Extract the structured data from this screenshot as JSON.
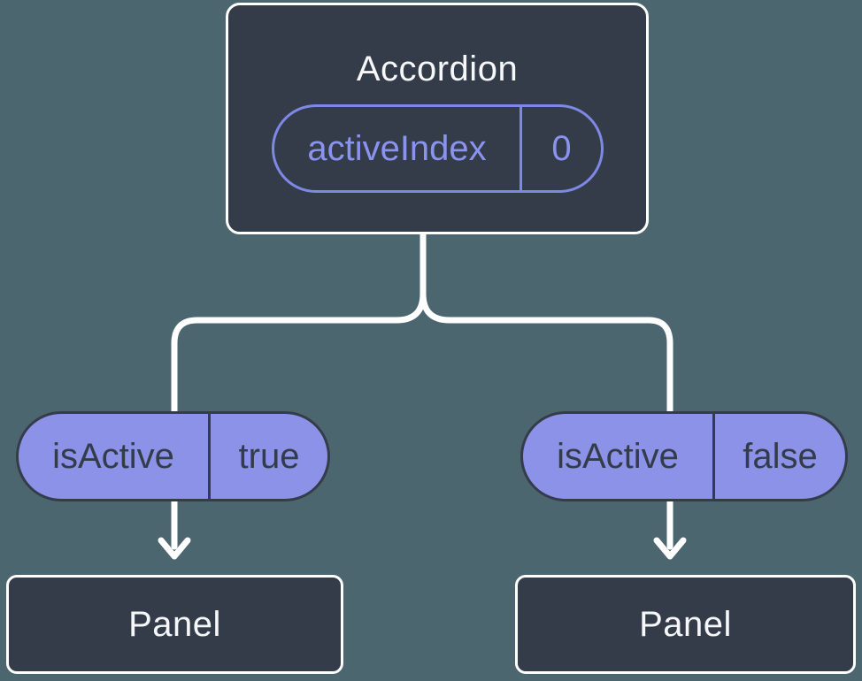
{
  "diagram": {
    "description": "Component tree diagram showing state flowing down as props",
    "root": {
      "label": "Accordion",
      "state": {
        "name": "activeIndex",
        "value": "0"
      }
    },
    "props": [
      {
        "name": "isActive",
        "value": "true"
      },
      {
        "name": "isActive",
        "value": "false"
      }
    ],
    "panels": [
      {
        "label": "Panel"
      },
      {
        "label": "Panel"
      }
    ],
    "colors": {
      "background": "#4c6670",
      "node_fill": "#343c4a",
      "node_border": "#ffffff",
      "node_text": "#f6f7f9",
      "prop_pill_fill": "#8b92e8",
      "prop_pill_border": "#343c4a",
      "prop_pill_text": "#343c4a",
      "state_pill_outline": "#7f88e6",
      "state_pill_text": "#8a93ee",
      "connector": "#ffffff"
    }
  }
}
